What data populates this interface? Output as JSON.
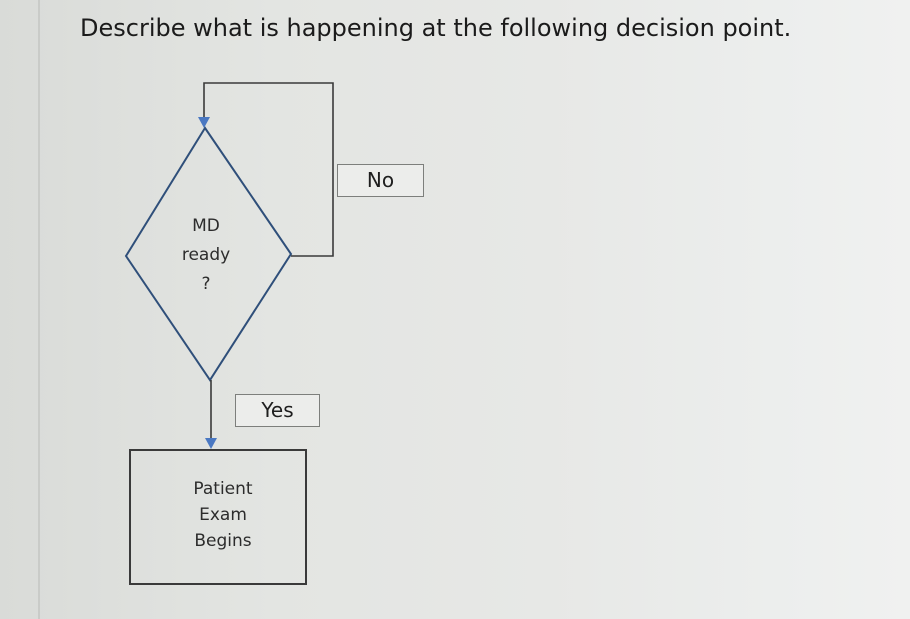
{
  "question": "Describe what is happening at the following decision point.",
  "diagram": {
    "decision": {
      "line1": "MD",
      "line2": "ready",
      "line3": "?"
    },
    "process": {
      "line1": "Patient",
      "line2": "Exam",
      "line3": "Begins"
    },
    "edges": {
      "no_label": "No",
      "yes_label": "Yes"
    }
  },
  "colors": {
    "shape_stroke": "#2f4f7a",
    "box_stroke": "#3a3a3a",
    "arrow_head": "#4a78c2"
  }
}
